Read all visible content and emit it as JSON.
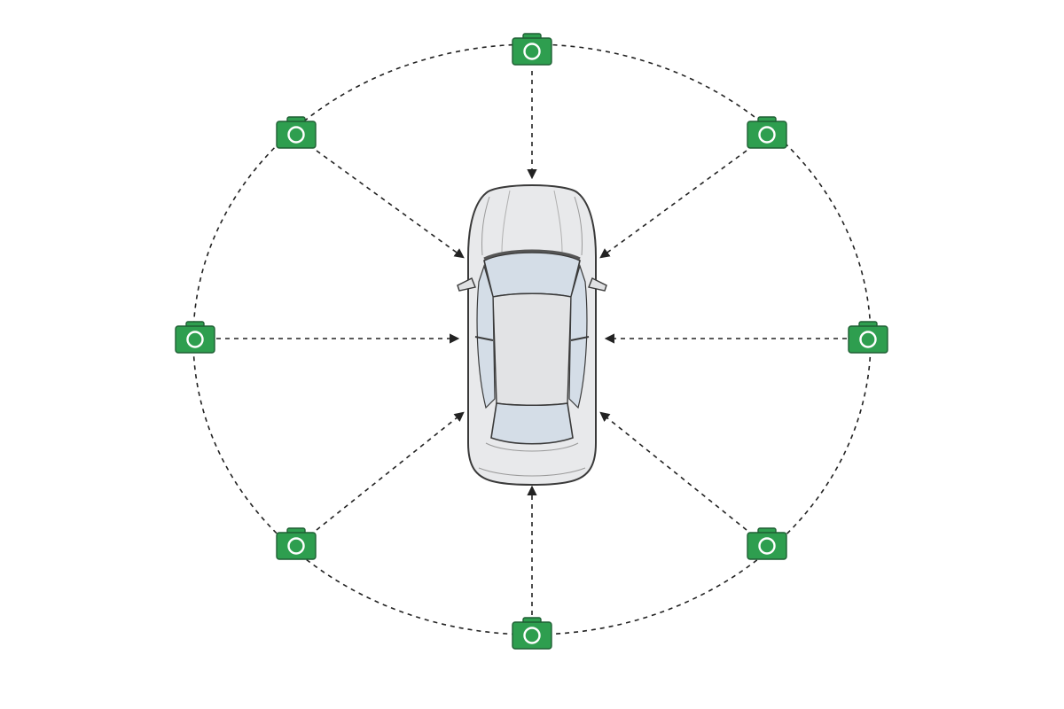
{
  "diagram": {
    "camera_count": 8,
    "camera_icon": "camera-icon",
    "subject_icon": "car-top-view",
    "arrow_direction": "toward-car",
    "orbit_style": "dashed",
    "colors": {
      "background": "#ffffff",
      "camera_fill": "#2e9e4f",
      "camera_stroke": "#1f5f34",
      "camera_lens": "#ffffff",
      "line": "#222222",
      "car_body": "#e8e9eb",
      "car_outline": "#3a3a3a",
      "car_glass": "#d4dde7"
    }
  }
}
